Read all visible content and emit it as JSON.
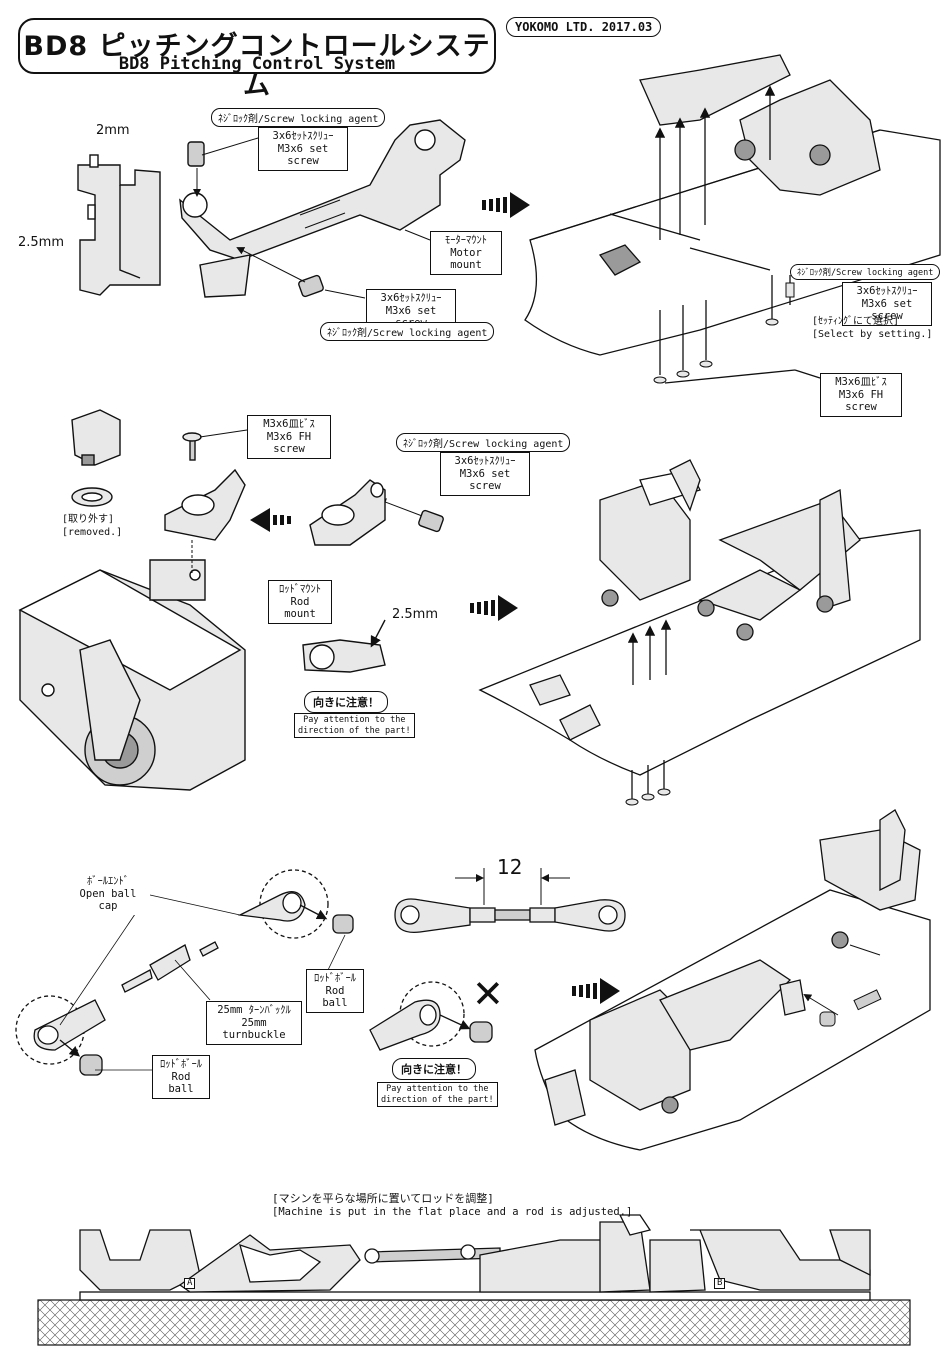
{
  "header": {
    "title_jp": "BD8 ピッチングコントロールシステム",
    "title_en": "BD8 Pitching Control System",
    "maker": "YOKOMO LTD. 2017.03"
  },
  "step1": {
    "wrench_2mm": "2mm",
    "wrench_25mm": "2.5mm",
    "screw_locking_top": "ﾈｼﾞﾛｯｸ剤/Screw locking agent",
    "set_screw_top_jp": "3x6ｾｯﾄｽｸﾘｭｰ",
    "set_screw_top_en": "M3x6 set screw",
    "motor_mount_jp": "ﾓｰﾀｰﾏｳﾝﾄ",
    "motor_mount_en": "Motor mount",
    "set_screw_bottom_jp": "3x6ｾｯﾄｽｸﾘｭｰ",
    "set_screw_bottom_en": "M3x6 set screw",
    "screw_locking_bottom": "ﾈｼﾞﾛｯｸ剤/Screw locking agent",
    "screw_locking_right": "ﾈｼﾞﾛｯｸ剤/Screw locking agent",
    "set_screw_right_jp": "3x6ｾｯﾄｽｸﾘｭｰ",
    "set_screw_right_en": "M3x6 set screw",
    "select_jp": "[ｾｯﾃｨﾝｸﾞにて選択]",
    "select_en": "[Select by setting.]",
    "fh_screw_jp": "M3x6皿ﾋﾞｽ",
    "fh_screw_en": "M3x6 FH screw"
  },
  "step2": {
    "fh_screw_jp": "M3x6皿ﾋﾞｽ",
    "fh_screw_en": "M3x6 FH screw",
    "removed_jp": "[取り外す]",
    "removed_en": "[removed.]",
    "screw_locking": "ﾈｼﾞﾛｯｸ剤/Screw locking agent",
    "set_screw_jp": "3x6ｾｯﾄｽｸﾘｭｰ",
    "set_screw_en": "M3x6 set screw",
    "rod_mount_jp": "ﾛｯﾄﾞﾏｳﾝﾄ",
    "rod_mount_en": "Rod mount",
    "wrench_25mm": "2.5mm",
    "attention_jp": "向きに注意！",
    "attention_en_1": "Pay attention to the",
    "attention_en_2": "direction of the part!"
  },
  "step3": {
    "ball_end_jp": "ﾎﾞｰﾙｴﾝﾄﾞ",
    "ball_end_en": "Open ball cap",
    "rod_ball_jp": "ﾛｯﾄﾞﾎﾞｰﾙ",
    "rod_ball_en": "Rod ball",
    "turnbuckle_jp": "25mm ﾀｰﾝﾊﾞｯｸﾙ",
    "turnbuckle_en": "25mm turnbuckle",
    "rod_ball2_jp": "ﾛｯﾄﾞﾎﾞｰﾙ",
    "rod_ball2_en": "Rod ball",
    "dimension": "12",
    "attention_jp": "向きに注意！",
    "attention_en_1": "Pay attention to the",
    "attention_en_2": "direction of the part!",
    "wrong_mark": "✕"
  },
  "step4": {
    "adjust_jp": "[マシンを平らな場所に置いてロッドを調整]",
    "adjust_en": "[Machine is put in the flat place and a rod is adjusted.]",
    "mark_a": "A",
    "mark_b": "B"
  },
  "colors": {
    "ink": "#111111",
    "part_fill": "#e8e8e8",
    "part_shade": "#9a9a9a",
    "floor_hatch": "#444444"
  }
}
